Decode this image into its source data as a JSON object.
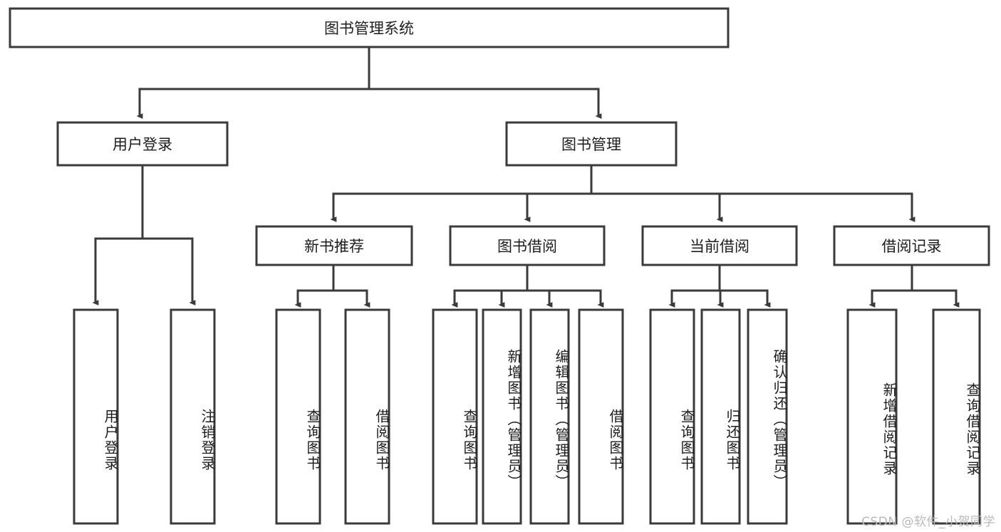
{
  "diagram": {
    "title": "图书管理系统",
    "type": "tree-structure-chart",
    "watermark": "CSDN @软件_小贺同学",
    "colors": {
      "background": "#ffffff",
      "box_stroke": "#3a3a3a",
      "box_fill": "#ffffff",
      "text": "#1d1d1d",
      "watermark": "#b9b9b9"
    },
    "root": {
      "id": "root",
      "label": "图书管理系统",
      "orientation": "horizontal"
    },
    "level1": [
      {
        "id": "user-login",
        "label": "用户登录",
        "orientation": "horizontal"
      },
      {
        "id": "book-management",
        "label": "图书管理",
        "orientation": "horizontal"
      }
    ],
    "level2": [
      {
        "id": "new-book-recommend",
        "label": "新书推荐",
        "orientation": "horizontal",
        "parent": "book-management"
      },
      {
        "id": "book-borrow",
        "label": "图书借阅",
        "orientation": "horizontal",
        "parent": "book-management"
      },
      {
        "id": "current-borrow",
        "label": "当前借阅",
        "orientation": "horizontal",
        "parent": "book-management"
      },
      {
        "id": "borrow-record",
        "label": "借阅记录",
        "orientation": "horizontal",
        "parent": "book-management"
      }
    ],
    "leaves": [
      {
        "id": "leaf-user-login",
        "label": "用户登录",
        "parent": "user-login"
      },
      {
        "id": "leaf-logout-login",
        "label": "注销登录",
        "parent": "user-login"
      },
      {
        "id": "leaf-query-book-1",
        "label": "查询图书",
        "parent": "new-book-recommend"
      },
      {
        "id": "leaf-borrow-book-1",
        "label": "借阅图书",
        "parent": "new-book-recommend"
      },
      {
        "id": "leaf-query-book-2",
        "label": "查询图书",
        "parent": "book-borrow"
      },
      {
        "id": "leaf-add-book",
        "label": "新增图书（管理员）",
        "parent": "book-borrow"
      },
      {
        "id": "leaf-edit-book",
        "label": "编辑图书（管理员）",
        "parent": "book-borrow"
      },
      {
        "id": "leaf-borrow-book-2",
        "label": "借阅图书",
        "parent": "book-borrow"
      },
      {
        "id": "leaf-query-book-3",
        "label": "查询图书",
        "parent": "current-borrow"
      },
      {
        "id": "leaf-return-book",
        "label": "归还图书",
        "parent": "current-borrow"
      },
      {
        "id": "leaf-confirm-return",
        "label": "确认归还（管理员）",
        "parent": "current-borrow"
      },
      {
        "id": "leaf-add-record",
        "label": "新增借阅记录",
        "parent": "borrow-record"
      },
      {
        "id": "leaf-query-record",
        "label": "查询借阅记录",
        "parent": "borrow-record"
      }
    ]
  }
}
